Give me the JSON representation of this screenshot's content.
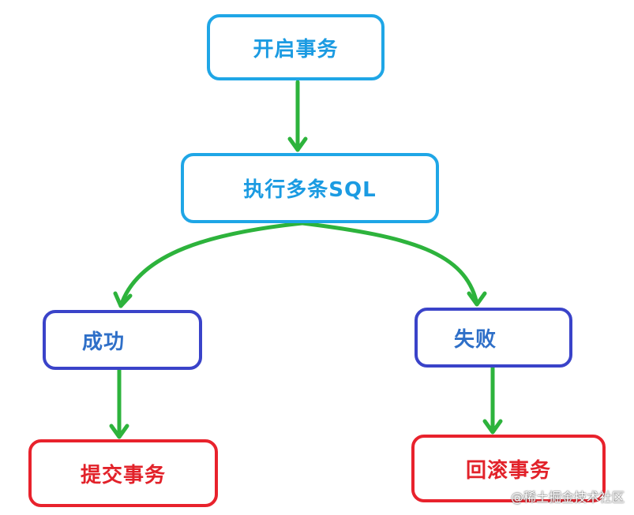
{
  "nodes": {
    "start": "开启事务",
    "exec": "执行多条SQL",
    "success": "成功",
    "failure": "失败",
    "commit": "提交事务",
    "rollback": "回滚事务"
  },
  "watermark": "@稀土掘金技术社区",
  "colors": {
    "arrow": "#2db33c",
    "blue_border": "#1fa6e6",
    "navy_border": "#3a43c9",
    "red_border": "#e8222c"
  }
}
